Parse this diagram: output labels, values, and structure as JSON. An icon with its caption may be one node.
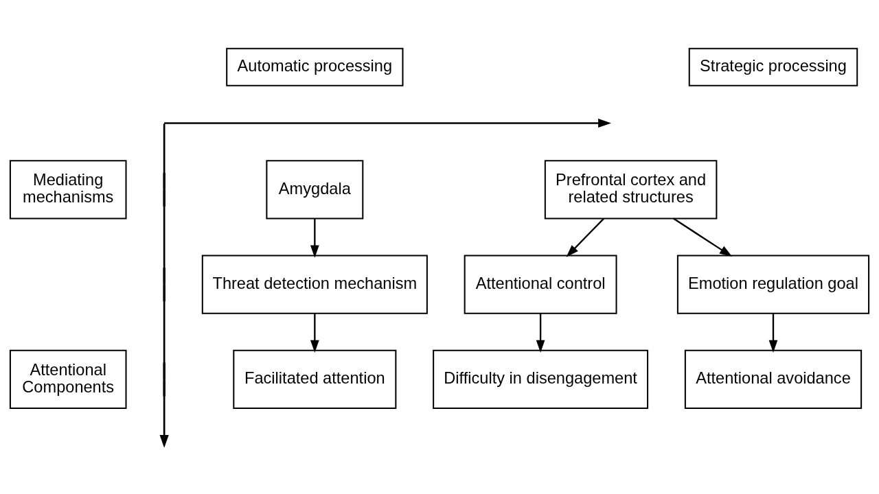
{
  "diagram": {
    "nodes": [
      {
        "text": [
          "Automatic processing"
        ]
      },
      {
        "text": [
          "Strategic processing"
        ]
      },
      {
        "text": [
          "Mediating mechanisms"
        ]
      },
      {
        "text": [
          "Amygdala"
        ]
      },
      {
        "text": [
          "Prefrontal cortex and related structures"
        ]
      },
      {
        "text": [
          "Threat detection mechanism"
        ]
      },
      {
        "text": [
          "Attentional control"
        ]
      },
      {
        "text": [
          "Emotion regulation goal"
        ]
      },
      {
        "text": [
          "Attentional Components"
        ]
      },
      {
        "text": [
          "Facilitated attention"
        ]
      },
      {
        "text": [
          "Difficulty in disengagement"
        ]
      },
      {
        "text": [
          "Attentional avoidance"
        ]
      }
    ],
    "edges": [
      {
        "from": 3,
        "to": 5,
        "arrow": "to"
      },
      {
        "from": 4,
        "to": 6,
        "arrow": "to"
      },
      {
        "from": 4,
        "to": 7,
        "arrow": "to"
      },
      {
        "from": 5,
        "to": 9,
        "arrow": "to"
      },
      {
        "from": 6,
        "to": 10,
        "arrow": "to"
      },
      {
        "from": 7,
        "to": 11,
        "arrow": "to"
      }
    ]
  }
}
